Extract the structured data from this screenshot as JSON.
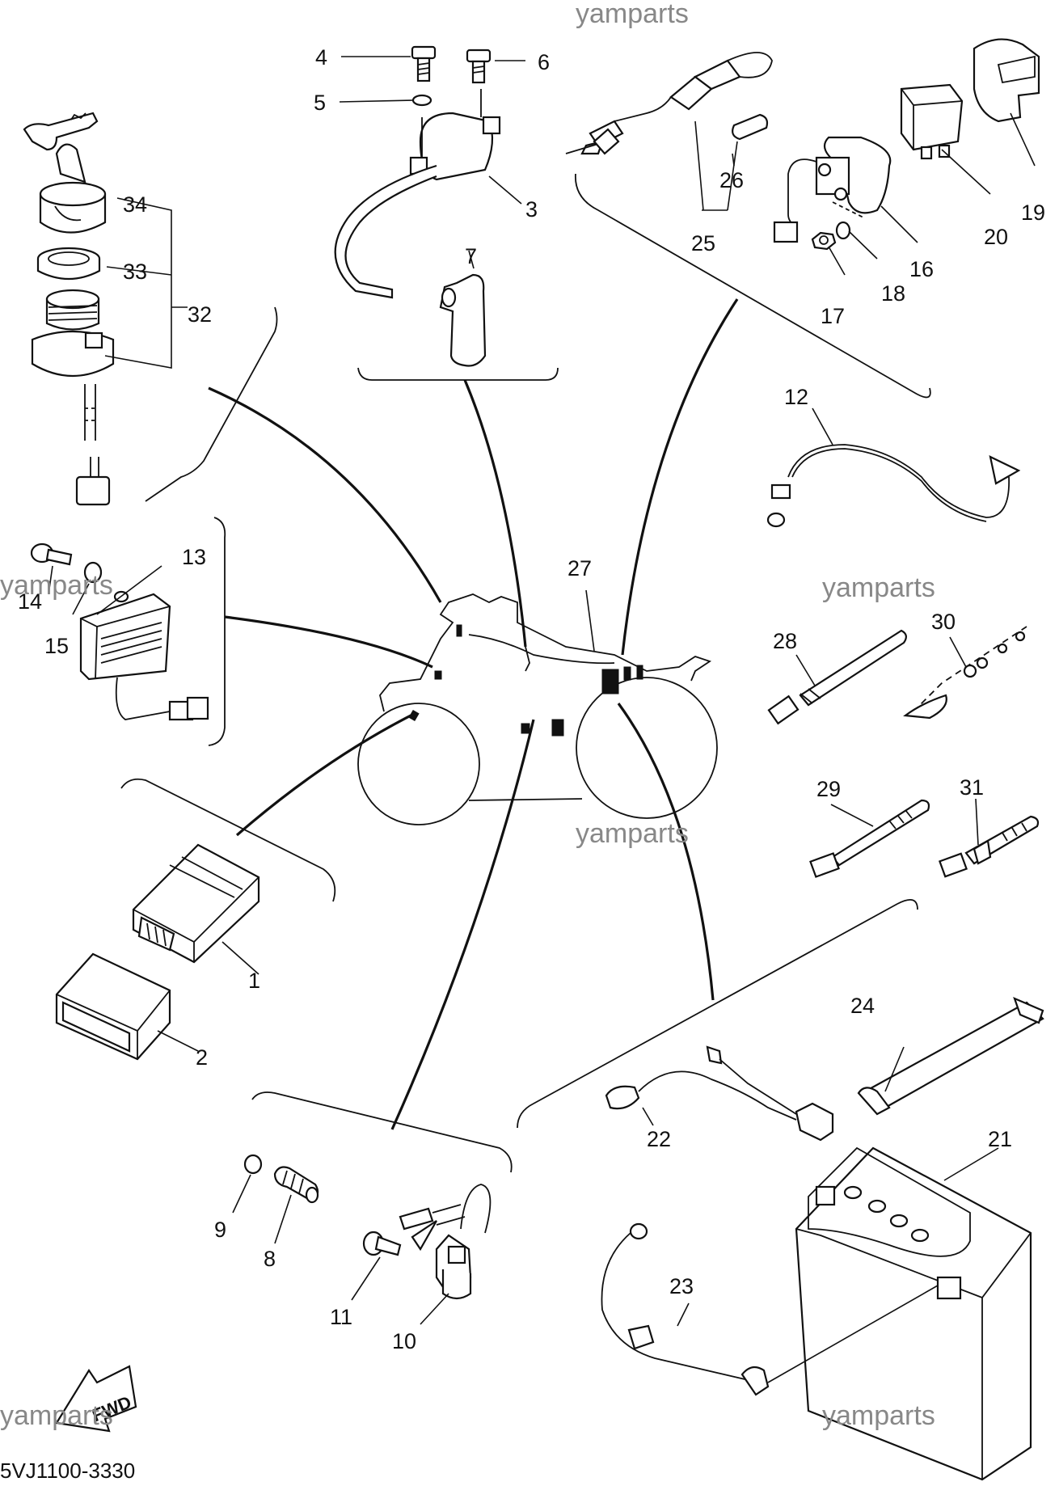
{
  "diagram_code": "5VJ1100-3330",
  "fwd_label": "FWD",
  "watermarks": [
    "yamparts",
    "yamparts",
    "yamparts",
    "yamparts",
    "yamparts",
    "yamparts"
  ],
  "parts": [
    {
      "num": "1"
    },
    {
      "num": "2"
    },
    {
      "num": "3"
    },
    {
      "num": "4"
    },
    {
      "num": "5"
    },
    {
      "num": "6"
    },
    {
      "num": "7"
    },
    {
      "num": "8"
    },
    {
      "num": "9"
    },
    {
      "num": "10"
    },
    {
      "num": "11"
    },
    {
      "num": "12"
    },
    {
      "num": "13"
    },
    {
      "num": "14"
    },
    {
      "num": "15"
    },
    {
      "num": "16"
    },
    {
      "num": "17"
    },
    {
      "num": "18"
    },
    {
      "num": "19"
    },
    {
      "num": "20"
    },
    {
      "num": "21"
    },
    {
      "num": "22"
    },
    {
      "num": "23"
    },
    {
      "num": "24"
    },
    {
      "num": "25"
    },
    {
      "num": "26"
    },
    {
      "num": "27"
    },
    {
      "num": "28"
    },
    {
      "num": "29"
    },
    {
      "num": "30"
    },
    {
      "num": "31"
    },
    {
      "num": "32"
    },
    {
      "num": "33"
    },
    {
      "num": "34"
    }
  ]
}
